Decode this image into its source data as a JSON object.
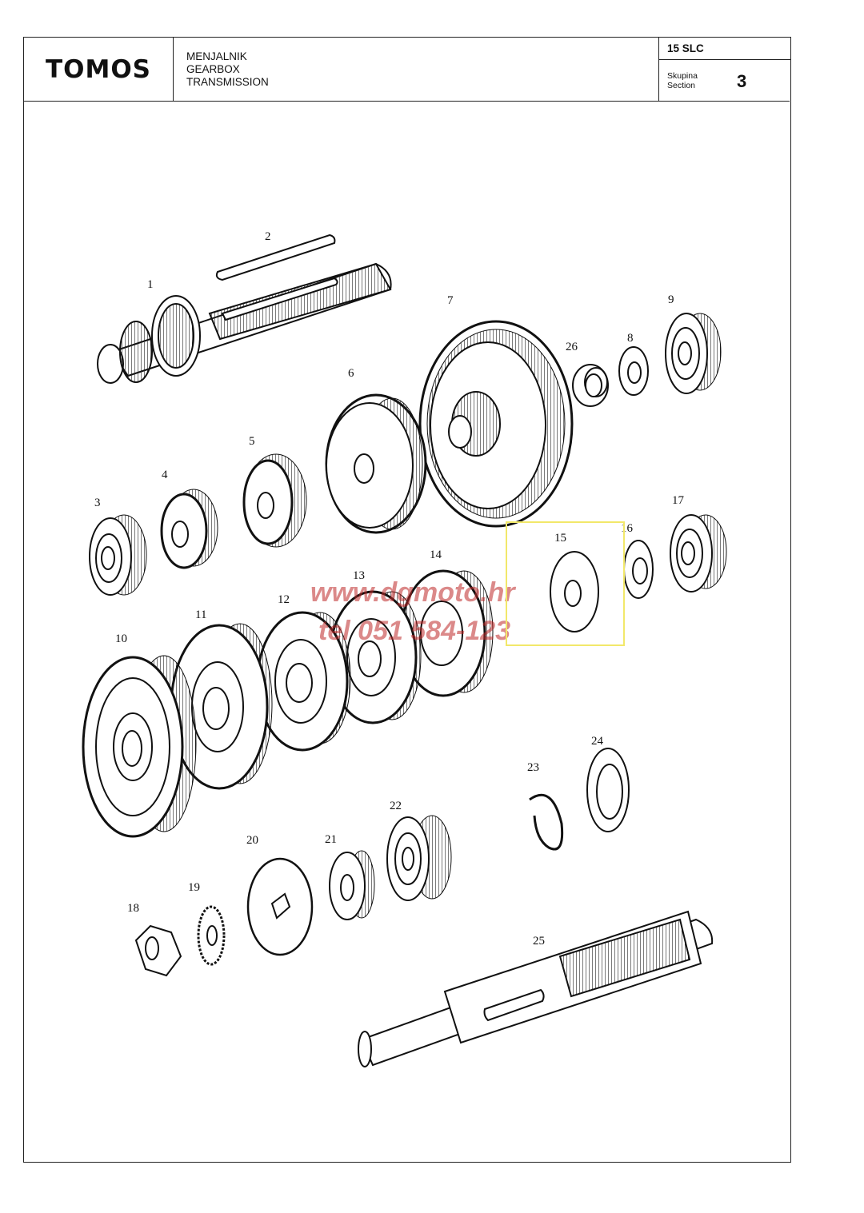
{
  "header": {
    "brand": "TOMOS",
    "title_hr": "MENJALNIK",
    "title_en": "GEARBOX",
    "title_en2": "TRANSMISSION",
    "model": "15 SLC",
    "section_label_hr": "Skupina",
    "section_label_en": "Section",
    "section_number": "3"
  },
  "watermark": {
    "line1": "www.dgmoto.hr",
    "line2": "tel 051 584-123"
  },
  "highlight_color": "#f2e86a",
  "parts": {
    "p1": "1",
    "p2": "2",
    "p3": "3",
    "p4": "4",
    "p5": "5",
    "p6": "6",
    "p7": "7",
    "p8": "8",
    "p9": "9",
    "p10": "10",
    "p11": "11",
    "p12": "12",
    "p13": "13",
    "p14": "14",
    "p15": "15",
    "p16": "16",
    "p17": "17",
    "p18": "18",
    "p19": "19",
    "p20": "20",
    "p21": "21",
    "p22": "22",
    "p23": "23",
    "p24": "24",
    "p25": "25",
    "p26": "26"
  }
}
